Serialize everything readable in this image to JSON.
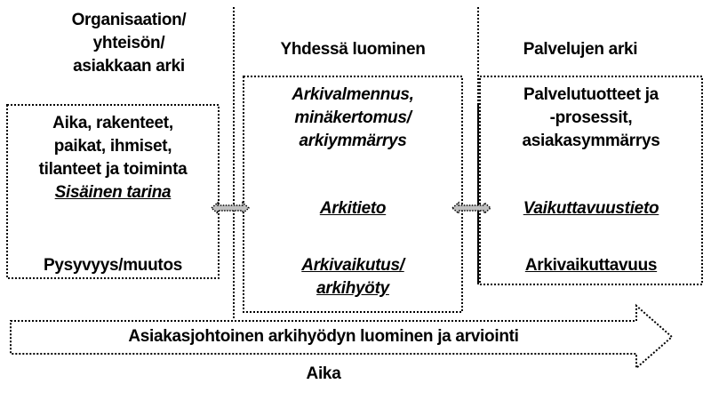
{
  "columns": [
    {
      "heading": [
        "Organisaation/",
        "yhteisön/",
        "asiakkaan arki"
      ],
      "box_lines": [
        "Aika, rakenteet,",
        "paikat, ihmiset,",
        "tilanteet ja toiminta"
      ],
      "emphasis": "Sisäinen tarina",
      "footer": "Pysyvyys/muutos"
    },
    {
      "heading": [
        "Yhdessä luominen"
      ],
      "box_lines": [
        "Arkivalmennus,",
        "minäkertomus/",
        "arkiymmärrys"
      ],
      "emphasis": "Arkitieto",
      "footer": [
        "Arkivaikutus/",
        "arkihyöty"
      ]
    },
    {
      "heading": [
        "Palvelujen arki"
      ],
      "box_lines": [
        "Palvelutuotteet ja",
        "-prosessit,",
        "asiakasymmärrys"
      ],
      "emphasis": "Vaikuttavuustieto",
      "footer": "Arkivaikuttavuus"
    }
  ],
  "arrow_label": "Asiakasjohtoinen arkihyödyn luominen ja arviointi",
  "axis_label": "Aika",
  "colors": {
    "line": "#000000",
    "connector_fill": "#bfbfbf"
  }
}
